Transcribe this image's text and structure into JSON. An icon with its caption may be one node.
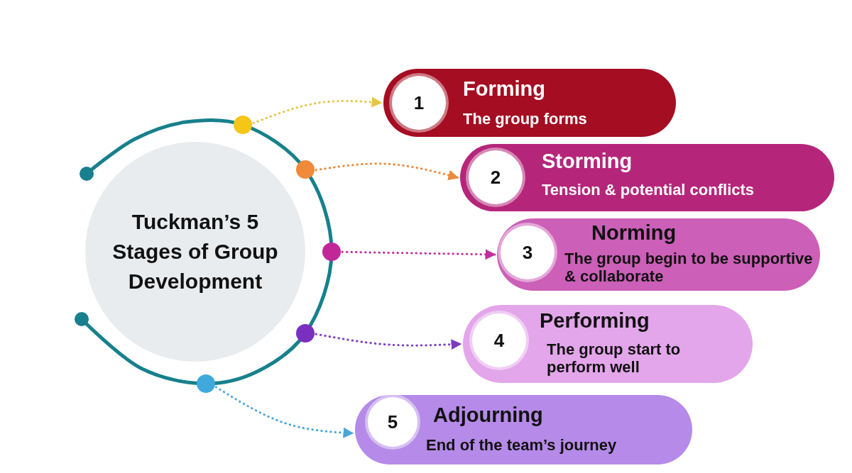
{
  "diagram": {
    "nodes": [
      {
        "text": [
          "Tuckman’s 5 Stages of Group Development"
        ]
      },
      {
        "text": [],
        "shape": "circle"
      },
      {
        "text": [],
        "shape": "circle"
      },
      {
        "text": [],
        "shape": "circle"
      },
      {
        "text": [],
        "shape": "circle"
      },
      {
        "text": [],
        "shape": "circle"
      },
      {
        "text": [
          "Forming",
          "The group forms"
        ]
      },
      {
        "text": [
          "1"
        ],
        "in": 6
      },
      {
        "text": [
          "Storming",
          "Tension & potential conflicts"
        ]
      },
      {
        "text": [
          "2"
        ],
        "in": 8
      },
      {
        "text": [
          "Norming",
          "The group begin to be supportive & collaborate"
        ]
      },
      {
        "text": [
          "3"
        ],
        "in": 10
      },
      {
        "text": [
          "Performing",
          "The group start to perform well"
        ]
      },
      {
        "text": [
          "4"
        ],
        "in": 12
      },
      {
        "text": [
          "Adjourning",
          "End of the team’s journey"
        ]
      },
      {
        "text": [
          "5"
        ],
        "in": 14
      }
    ],
    "edges": [
      {
        "from": 1,
        "to": 6,
        "arrow": "to",
        "style": "dashed",
        "color": "#e8c547"
      },
      {
        "from": 2,
        "to": 8,
        "arrow": "to",
        "style": "dashed",
        "color": "#e98a3c"
      },
      {
        "from": 3,
        "to": 10,
        "arrow": "to",
        "style": "dashed",
        "color": "#c02f9c"
      },
      {
        "from": 4,
        "to": 12,
        "arrow": "to",
        "style": "dashed",
        "color": "#7b3cc0"
      },
      {
        "from": 5,
        "to": 14,
        "arrow": "to",
        "style": "dashed",
        "color": "#4aa6d6"
      }
    ]
  }
}
